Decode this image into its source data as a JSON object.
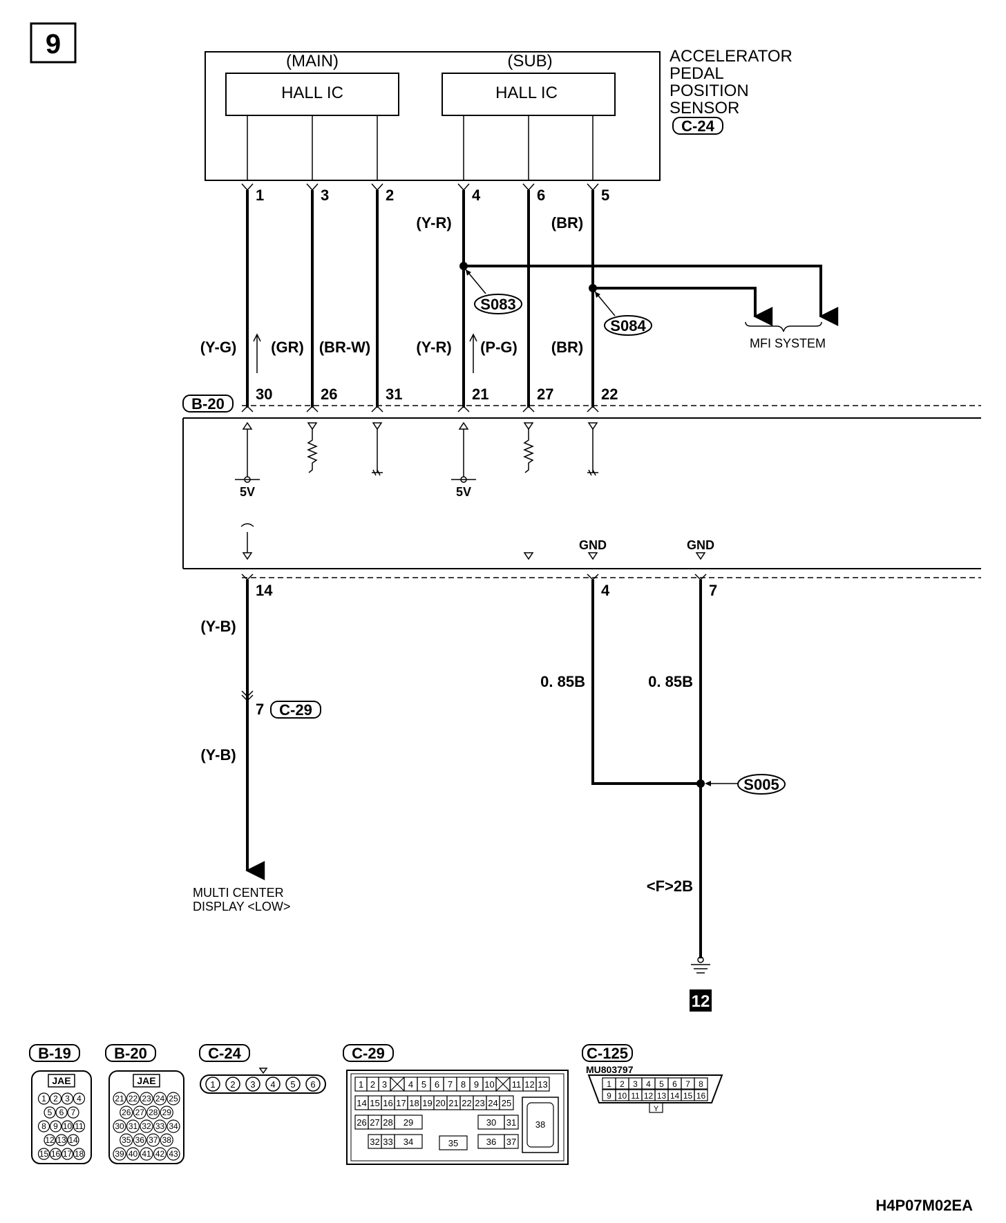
{
  "page_number": "9",
  "footer_code": "H4P07M02EA",
  "sensor": {
    "main_label": "(MAIN)",
    "sub_label": "(SUB)",
    "hall_ic_main": "HALL IC",
    "hall_ic_sub": "HALL IC",
    "name_lines": [
      "ACCELERATOR",
      "PEDAL",
      "POSITION",
      "SENSOR"
    ],
    "connector": "C-24"
  },
  "sensor_pins": [
    "1",
    "3",
    "2",
    "4",
    "6",
    "5"
  ],
  "top_wire_colors": {
    "pin4": "(Y-R)",
    "pin5": "(BR)"
  },
  "splices": {
    "s083": "S083",
    "s084": "S084",
    "s005": "S005"
  },
  "mfi_label": "MFI SYSTEM",
  "mid_wire_colors": [
    "(Y-G)",
    "(GR)",
    "(BR-W)",
    "(Y-R)",
    "(P-G)",
    "(BR)"
  ],
  "ecu": {
    "connector": "B-20",
    "upper_pins": [
      "30",
      "26",
      "31",
      "21",
      "27",
      "22"
    ],
    "v5_left": "5V",
    "v5_right": "5V",
    "gnd_left": "GND",
    "gnd_right": "GND",
    "lower_pins": [
      "14",
      "4",
      "7"
    ]
  },
  "lower": {
    "yb_top": "(Y-B)",
    "c29_pin": "7",
    "c29_connector": "C-29",
    "yb_bottom": "(Y-B)",
    "multi_center_lines": [
      "MULTI CENTER",
      "DISPLAY <LOW>"
    ],
    "gauge_left": "0. 85B",
    "gauge_right": "0. 85B",
    "ground_wire": "<F>2B",
    "ground_page": "12"
  },
  "connectors": {
    "b19": {
      "name": "B-19",
      "brand": "JAE",
      "rows": [
        [
          "1",
          "2",
          "3",
          "4"
        ],
        [
          "5",
          "6",
          "7"
        ],
        [
          "8",
          "9",
          "10",
          "11"
        ],
        [
          "12",
          "13",
          "14"
        ],
        [
          "15",
          "16",
          "17",
          "18"
        ]
      ]
    },
    "b20": {
      "name": "B-20",
      "brand": "JAE",
      "rows": [
        [
          "21",
          "22",
          "23",
          "24",
          "25"
        ],
        [
          "26",
          "27",
          "28",
          "29"
        ],
        [
          "30",
          "31",
          "32",
          "33",
          "34"
        ],
        [
          "35",
          "36",
          "37",
          "38"
        ],
        [
          "39",
          "40",
          "41",
          "42",
          "43"
        ]
      ]
    },
    "c24": {
      "name": "C-24",
      "pins": [
        "1",
        "2",
        "3",
        "4",
        "5",
        "6"
      ]
    },
    "c29": {
      "name": "C-29",
      "row1": [
        "1",
        "2",
        "3",
        "4",
        "5",
        "6",
        "7",
        "8",
        "9",
        "10",
        "11",
        "12",
        "13"
      ],
      "row2": [
        "14",
        "15",
        "16",
        "17",
        "18",
        "19",
        "20",
        "21",
        "22",
        "23",
        "24",
        "25"
      ],
      "row3": [
        "26",
        "27",
        "28",
        "29",
        "30",
        "31"
      ],
      "row4": [
        "32",
        "33",
        "34",
        "35",
        "36",
        "37"
      ],
      "big": "38"
    },
    "c125": {
      "name": "C-125",
      "part": "MU803797",
      "row1": [
        "1",
        "2",
        "3",
        "4",
        "5",
        "6",
        "7",
        "8"
      ],
      "row2": [
        "9",
        "10",
        "11",
        "12",
        "13",
        "14",
        "15",
        "16"
      ],
      "tab": "Y"
    }
  }
}
